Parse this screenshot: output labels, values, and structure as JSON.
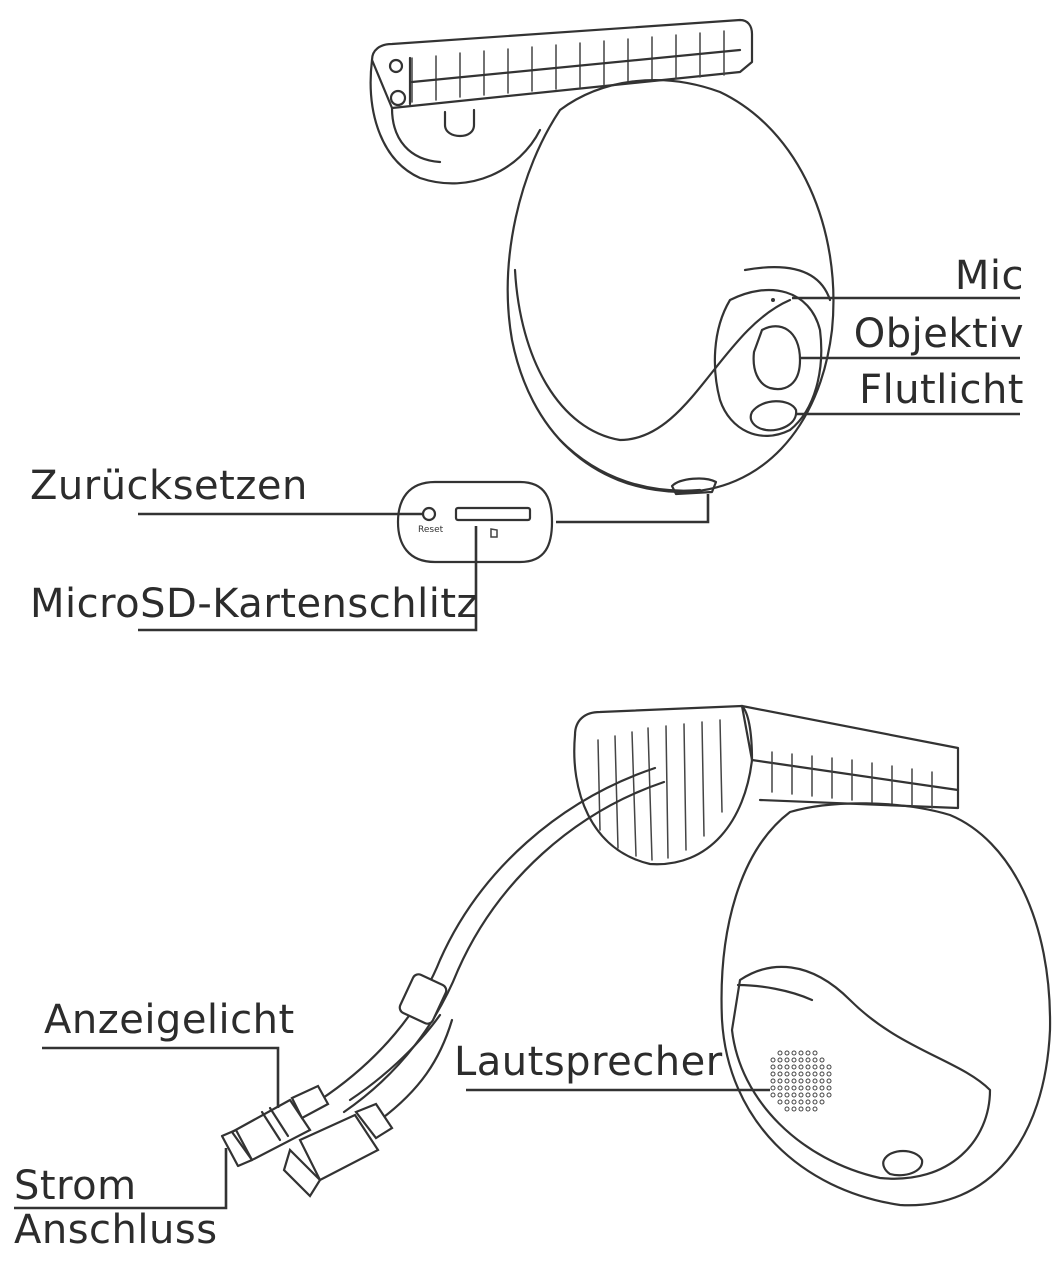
{
  "labels": {
    "mic": "Mic",
    "objektiv": "Objektiv",
    "flutlicht": "Flutlicht",
    "zuruecksetzen": "Zurücksetzen",
    "microsd": "MicroSD-Kartenschlitz",
    "anzeigelicht": "Anzeigelicht",
    "lautsprecher": "Lautsprecher",
    "strom": "Strom",
    "anschluss": "Anschluss"
  },
  "panel": {
    "reset_text": "Reset"
  }
}
